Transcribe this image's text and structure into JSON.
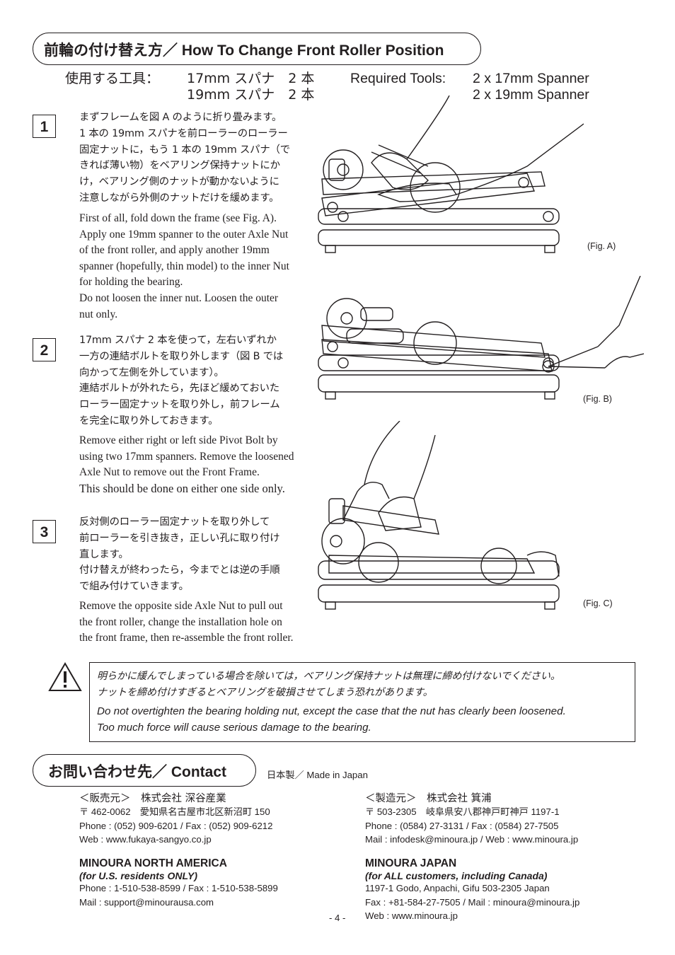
{
  "header": {
    "title": "前輪の付け替え方／ How To Change Front Roller Position"
  },
  "tools": {
    "label_jp": "使用する工具：",
    "items_jp": [
      "17mm スパナ　2 本",
      "19mm スパナ　2 本"
    ],
    "label_en": "Required Tools:",
    "items_en": [
      "2 x 17mm Spanner",
      "2 x 19mm Spanner"
    ]
  },
  "steps": [
    {
      "number": "1",
      "jp": [
        "まずフレームを図 A のように折り畳みます。",
        "1 本の 19mm スパナを前ローラーのローラー",
        "固定ナットに，もう 1 本の 19mm スパナ（で",
        "きれば薄い物）をベアリング保持ナットにか",
        "け，ベアリング側のナットが動かないように",
        "注意しながら外側のナットだけを緩めます。"
      ],
      "en": [
        "First of all, fold down the frame (see Fig. A).",
        "Apply one 19mm spanner to the outer Axle Nut",
        "of the front roller, and apply another 19mm",
        "spanner (hopefully, thin model) to the inner Nut",
        "for holding the bearing.",
        "Do not loosen the inner nut. Loosen the outer",
        "nut only."
      ]
    },
    {
      "number": "2",
      "jp": [
        "17mm スパナ 2 本を使って，左右いずれか",
        "一方の連結ボルトを取り外します（図 B では",
        "向かって左側を外しています）。",
        "連結ボルトが外れたら，先ほど緩めておいた",
        "ローラー固定ナットを取り外し，前フレーム",
        "を完全に取り外しておきます。"
      ],
      "en": [
        "Remove either right or left side Pivot Bolt by",
        "using two 17mm spanners. Remove the loosened",
        "Axle Nut to remove out the Front Frame.",
        "This should be done on either one side only."
      ]
    },
    {
      "number": "3",
      "jp": [
        "反対側のローラー固定ナットを取り外して",
        "前ローラーを引き抜き，正しい孔に取り付け",
        "直します。",
        "付け替えが終わったら，今までとは逆の手順",
        "で組み付けていきます。"
      ],
      "en": [
        "Remove the opposite side Axle Nut to pull out",
        "the front roller, change the installation hole on",
        "the front frame, then re-assemble the front roller."
      ]
    }
  ],
  "figures": [
    "(Fig. A)",
    "(Fig. B)",
    "(Fig. C)"
  ],
  "warning": {
    "jp": [
      "明らかに緩んでしまっている場合を除いては，ベアリング保持ナットは無理に締め付けないでください。",
      "ナットを締め付けすぎるとベアリングを破損させてしまう恐れがあります。"
    ],
    "en": [
      "Do not overtighten the bearing holding nut, except the case that the nut has clearly been loosened.",
      "Too much force will cause serious damage to the bearing."
    ]
  },
  "contact": {
    "title": "お問い合わせ先／ Contact",
    "made_in": "日本製／ Made in Japan",
    "seller": {
      "title": "＜販売元＞　株式会社 深谷産業",
      "lines": [
        "〒 462-0062　愛知県名古屋市北区新沼町 150",
        "Phone : (052) 909-6201 / Fax : (052) 909-6212",
        "Web : www.fukaya-sangyo.co.jp"
      ]
    },
    "maker": {
      "title": "＜製造元＞　株式会社 箕浦",
      "lines": [
        "〒 503-2305　岐阜県安八郡神戸町神戸 1197-1",
        "Phone : (0584) 27-3131 / Fax : (0584) 27-7505",
        "Mail : infodesk@minoura.jp / Web : www.minoura.jp"
      ]
    },
    "na": {
      "name": "MINOURA NORTH AMERICA",
      "sub": "(for U.S. residents ONLY)",
      "lines": [
        "Phone : 1-510-538-8599 / Fax : 1-510-538-5899",
        "Mail : support@minourausa.com"
      ]
    },
    "jp": {
      "name": "MINOURA JAPAN",
      "sub": "(for ALL customers, including Canada)",
      "lines": [
        "1197-1 Godo, Anpachi, Gifu 503-2305 Japan",
        "Fax : +81-584-27-7505 / Mail : minoura@minoura.jp",
        "Web : www.minoura.jp"
      ]
    }
  },
  "page_number": "- 4 -"
}
